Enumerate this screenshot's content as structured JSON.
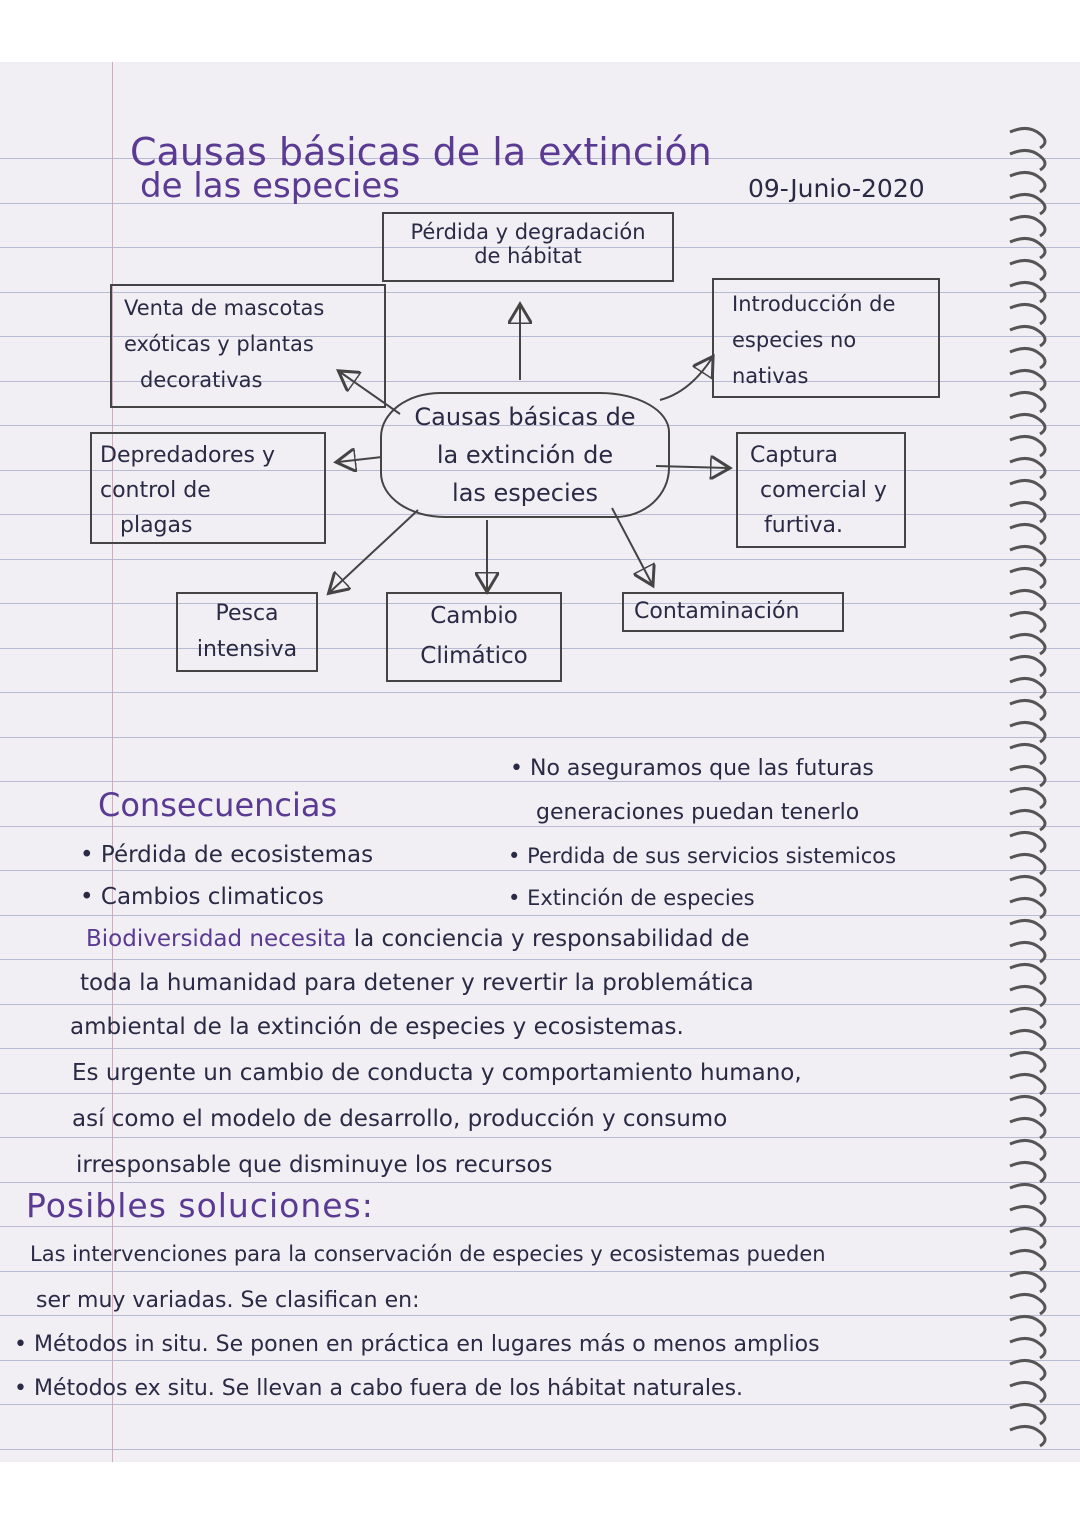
{
  "title": {
    "line1": "Causas básicas de la extinción",
    "line2": "de las especies",
    "date": "09-Junio-2020"
  },
  "map": {
    "center": "Causas básicas de la extinción de las especies",
    "center_lines": [
      "Causas básicas de",
      "la extinción de",
      "las especies"
    ],
    "nodes": {
      "habitat": [
        "Pérdida y degradación",
        "de hábitat"
      ],
      "mascotas": [
        "Venta de mascotas",
        "exóticas y plantas",
        "decorativas"
      ],
      "introduccion": [
        "Introducción de",
        "especies no",
        "nativas"
      ],
      "depredadores": [
        "Depredadores y",
        "control de",
        "plagas"
      ],
      "captura": [
        "Captura",
        "comercial y",
        "furtiva."
      ],
      "pesca": [
        "Pesca",
        "intensiva"
      ],
      "cambio": [
        "Cambio",
        "Climático"
      ],
      "contaminacion": [
        "Contaminación"
      ]
    }
  },
  "consecuencias": {
    "heading": "Consecuencias",
    "top_right": [
      "No aseguramos que las futuras",
      "generaciones puedan tenerlo"
    ],
    "left": [
      "Pérdida de ecosistemas",
      "Cambios climaticos"
    ],
    "right": [
      "Perdida de sus servicios sistemicos",
      "Extinción de especies"
    ]
  },
  "paragraph": {
    "lead": "Biodiversidad necesita",
    "line1_rest": "la conciencia y responsabilidad de",
    "line2": "toda la humanidad para detener y revertir la problemática",
    "line3": "ambiental de la extinción de especies y ecosistemas.",
    "line4": "Es urgente un cambio de conducta y comportamiento humano,",
    "line5": "así como el modelo de desarrollo, producción y consumo",
    "line6": "irresponsable que disminuye los recursos"
  },
  "soluciones": {
    "heading": "Posibles soluciones:",
    "line1": "Las intervenciones para la conservación de especies y ecosistemas pueden",
    "line2": "ser muy variadas. Se clasifican en:",
    "bullet1": "Métodos in situ. Se ponen en práctica en lugares más o menos amplios",
    "bullet2": "Métodos ex situ. Se llevan a cabo fuera de los hábitat naturales."
  },
  "colors": {
    "ink_purple": "#5a3a93",
    "ink_dark": "#2a2a45",
    "rule_lines": "#b8b9d2",
    "paper": "#f1eff3"
  }
}
